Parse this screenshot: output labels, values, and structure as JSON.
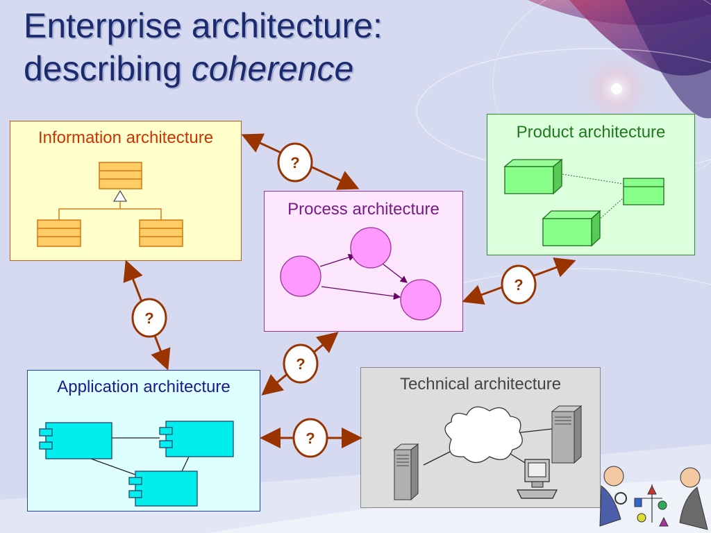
{
  "title": {
    "line1": "Enterprise architecture:",
    "line2_prefix": "describing ",
    "line2_emph": "coherence"
  },
  "boxes": {
    "information": "Information architecture",
    "process": "Process architecture",
    "product": "Product architecture",
    "application": "Application architecture",
    "technical": "Technical architecture"
  },
  "connectors": {
    "info_process": "?",
    "info_application": "?",
    "process_product": "?",
    "process_application": "?",
    "application_technical": "?"
  },
  "colors": {
    "background": "#d5daf0",
    "title": "#1c2a6e",
    "connector": "#993300",
    "information_fill": "#ffffcc",
    "process_fill": "#fbe6fb",
    "product_fill": "#dcffdc",
    "application_fill": "#ddffff",
    "technical_fill": "#dddddd"
  }
}
